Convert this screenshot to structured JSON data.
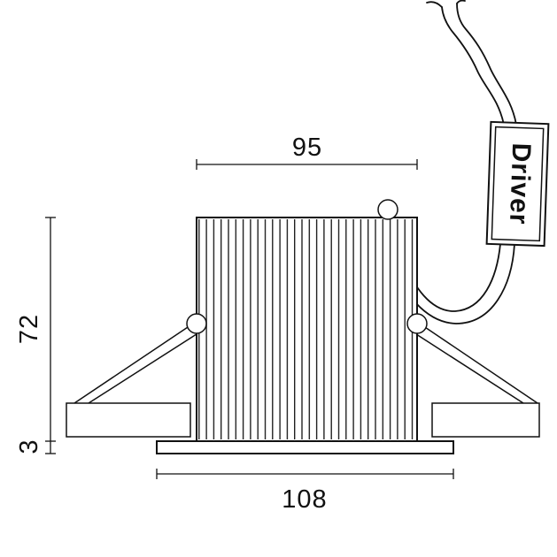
{
  "drawing": {
    "driver_label": "Driver",
    "dimensions": {
      "body_width": "95",
      "overall_width": "108",
      "height": "72",
      "flange_thickness": "3"
    },
    "colors": {
      "line": "#111111",
      "background": "#ffffff"
    }
  }
}
